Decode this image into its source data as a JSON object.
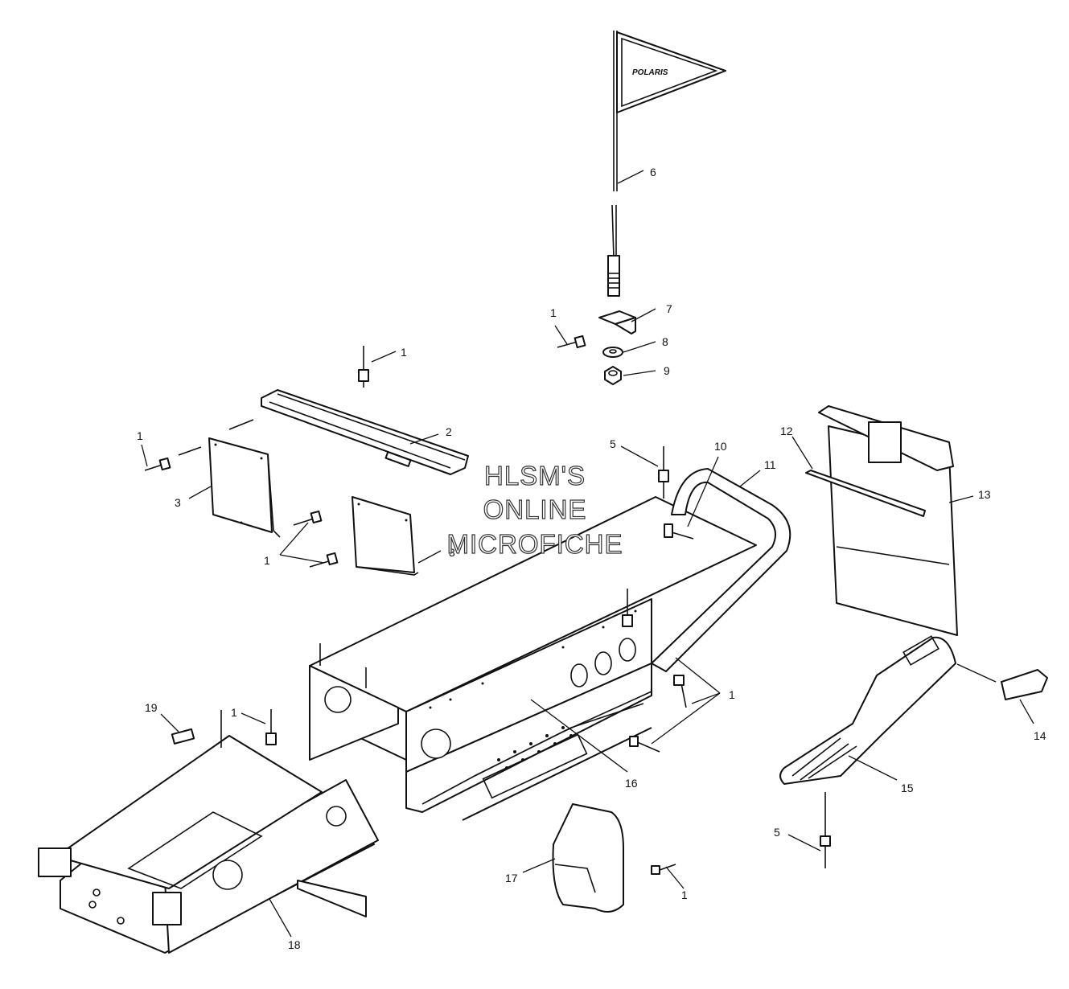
{
  "flag_logo": "POLARIS",
  "watermark": [
    "HLSM'S",
    "ONLINE",
    "MICROFICHE"
  ],
  "callouts": {
    "c1_a": "1",
    "c1_b": "1",
    "c1_c": "1",
    "c1_d": "1",
    "c1_e": "1",
    "c1_f": "1",
    "c1_g": "1",
    "c2": "2",
    "c3": "3",
    "c4": "3",
    "c5_a": "5",
    "c5_b": "5",
    "c6": "6",
    "c7": "7",
    "c8": "8",
    "c9": "9",
    "c10": "10",
    "c11": "11",
    "c12": "12",
    "c13": "13",
    "c14": "14",
    "c15": "15",
    "c16": "16",
    "c17": "17",
    "c18": "18",
    "c19": "19"
  }
}
